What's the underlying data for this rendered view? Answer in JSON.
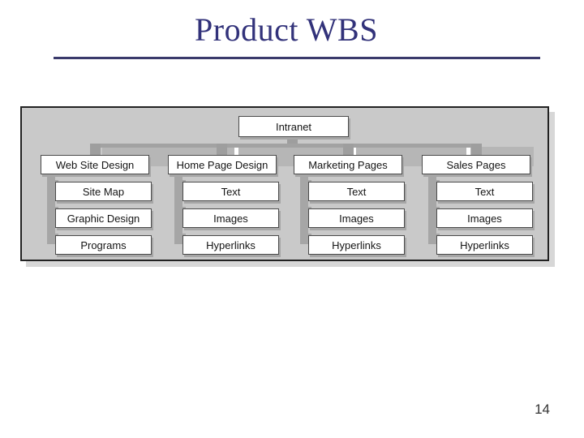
{
  "slide": {
    "title": "Product WBS",
    "page_number": "14"
  },
  "diagram": {
    "root": "Intranet",
    "columns": [
      {
        "title": "Web Site Design",
        "items": [
          "Site Map",
          "Graphic Design",
          "Programs"
        ]
      },
      {
        "title": "Home Page Design",
        "items": [
          "Text",
          "Images",
          "Hyperlinks"
        ]
      },
      {
        "title": "Marketing Pages",
        "items": [
          "Text",
          "Images",
          "Hyperlinks"
        ]
      },
      {
        "title": "Sales Pages",
        "items": [
          "Text",
          "Images",
          "Hyperlinks"
        ]
      }
    ],
    "colors": {
      "title_navy": "#32327a",
      "panel_bg": "#c9c9c9",
      "connector_gray": "#a2a2a2",
      "band_gray": "#b6b6b6",
      "box_bg": "#ffffff",
      "box_border": "#4a4a4a"
    }
  }
}
